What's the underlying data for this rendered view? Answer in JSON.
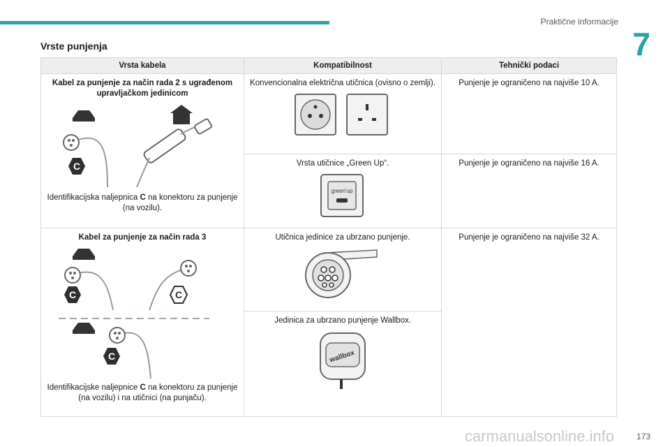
{
  "header": {
    "title": "Praktične informacije",
    "chapter": "7"
  },
  "section_title": "Vrste punjenja",
  "table": {
    "headers": [
      "Vrsta kabela",
      "Kompatibilnost",
      "Tehnički podaci"
    ],
    "row1": {
      "cable_title": "Kabel za punjenje za način rada 2 s ugrađenom upravljačkom jedinicom",
      "cable_caption_pre": "Identifikacijska naljepnica ",
      "cable_caption_bold": "C",
      "cable_caption_post": " na konektoru za punjenje (na vozilu).",
      "compat_a": "Konvencionalna električna utičnica (ovisno o zemlji).",
      "tech_a": "Punjenje je ograničeno na najviše 10 A.",
      "compat_b": "Vrsta utičnice „Green Up“.",
      "tech_b": "Punjenje je ograničeno na najviše 16 A."
    },
    "row2": {
      "cable_title": "Kabel za punjenje za način rada 3",
      "cable_caption_pre": "Identifikacijske naljepnice ",
      "cable_caption_bold": "C",
      "cable_caption_post": " na konektoru za punjenje (na vozilu) i na utičnici (na punjaču).",
      "compat_a": "Utičnica jedinice za ubrzano punjenje.",
      "tech": "Punjenje je ograničeno na najviše 32 A.",
      "compat_b": "Jedinica za ubrzano punjenje Wallbox."
    }
  },
  "labels": {
    "badge": "C",
    "green_up": "green'up",
    "wallbox": "wallbox"
  },
  "footer": {
    "page": "173",
    "watermark": "carmanualsonline.info"
  },
  "colors": {
    "accent": "#2aa3a3",
    "badge": "#2f2f2f"
  }
}
